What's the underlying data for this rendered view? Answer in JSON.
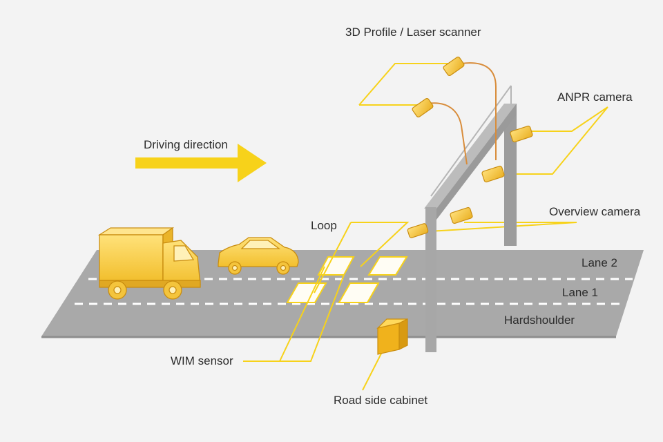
{
  "labels": {
    "driving_direction": "Driving direction",
    "laser_scanner": "3D Profile / Laser scanner",
    "anpr_camera": "ANPR camera",
    "overview_camera": "Overview camera",
    "loop": "Loop",
    "lane2": "Lane 2",
    "lane1": "Lane 1",
    "hardshoulder": "Hardshoulder",
    "wim_sensor": "WIM sensor",
    "cabinet": "Road side cabinet"
  },
  "colors": {
    "accent": "#f7d21a",
    "vehicle": "#f6cf52",
    "road": "#a9a9a9",
    "gantry": "#a8a8a8",
    "cable": "#d88c3a",
    "background": "#f3f3f3"
  }
}
